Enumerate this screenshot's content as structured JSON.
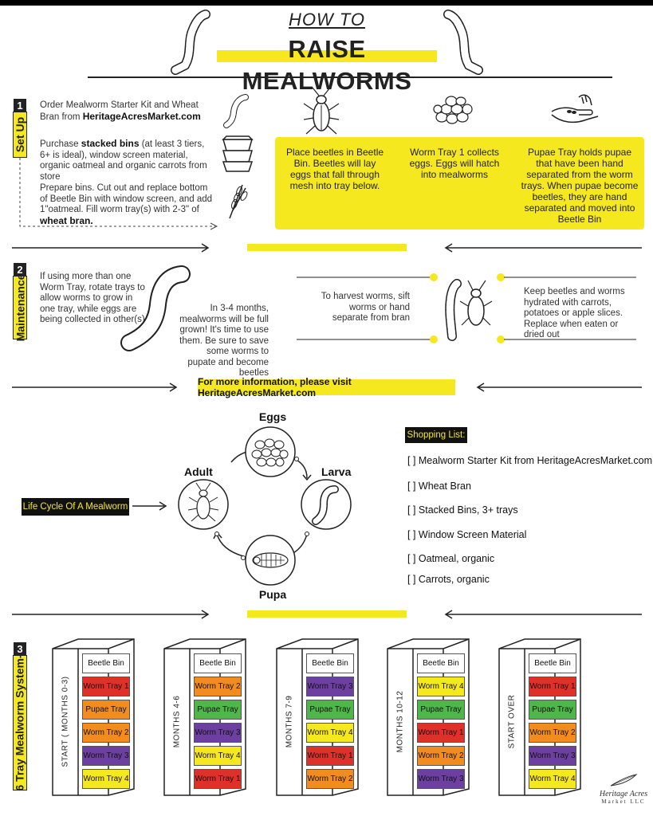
{
  "header": {
    "how_to": "HOW TO",
    "title": "RAISE MEALWORMS"
  },
  "colors": {
    "accent_yellow": "#f5e81e",
    "dark": "#111111",
    "red": "#e0302a",
    "orange": "#f28c1e",
    "green": "#4db848",
    "purple": "#6d3fa0",
    "yellow": "#f5e81e"
  },
  "setup": {
    "number": "1",
    "tab": "Set Up",
    "step1_text": "Order Mealworm Starter Kit and Wheat Bran from",
    "step1_bold": "HeritageAcresMarket.com",
    "step2_pre": "Purchase",
    "step2_bold": "stacked bins",
    "step2_post": "(at least 3 tiers, 6+ is ideal), window screen material, organic oatmeal and organic carrots from store",
    "step3_text": "Prepare bins. Cut out and replace bottom of Beetle Bin with window screen, and add 1\"oatmeal. Fill worm tray(s) with 2-3\" of",
    "step3_bold": "wheat bran.",
    "col1": "Place beetles in Beetle Bin. Beetles will lay eggs that fall through mesh into tray below.",
    "col2": "Worm Tray 1 collects eggs. Eggs will hatch into mealworms",
    "col3": "Pupae Tray holds pupae that have been hand separated from the worm trays. When pupae become beetles, they are hand separated and moved into Beetle Bin"
  },
  "maintenance": {
    "number": "2",
    "tab": "Maintenance",
    "rotate": "If using more than one Worm Tray, rotate trays to allow worms to grow in one tray, while eggs are being collected in other(s).",
    "months": "In 3-4 months, mealworms will be full grown! It's time to use them. Be sure to save some worms to pupate and become beetles",
    "harvest": "To harvest worms, sift worms or hand separate from bran",
    "hydrate": "Keep beetles and worms hydrated with carrots, potatoes or apple slices. Replace when eaten or dried out"
  },
  "info_banner": "For more information, please visit HeritageAcresMarket.com",
  "lifecycle": {
    "label": "Life Cycle Of A Mealworm",
    "eggs": "Eggs",
    "larva": "Larva",
    "pupa": "Pupa",
    "adult": "Adult"
  },
  "shopping": {
    "title": "Shopping List:",
    "items": [
      "[ ] Mealworm Starter Kit from HeritageAcresMarket.com",
      "[ ] Wheat Bran",
      "[ ] Stacked Bins, 3+ trays",
      "[ ] Window Screen Material",
      "[ ] Oatmeal, organic",
      "[ ] Carrots, organic"
    ]
  },
  "system": {
    "number": "3",
    "tab": "6 Tray Mealworm System-",
    "towers": [
      {
        "label": "START ( MONTHS 0-3)",
        "cells": [
          {
            "text": "Beetle Bin",
            "color": "#ffffff"
          },
          {
            "text": "Worm Tray 1",
            "color": "#e0302a"
          },
          {
            "text": "Pupae Tray",
            "color": "#f28c1e"
          },
          {
            "text": "Worm Tray 2",
            "color": "#f28c1e"
          },
          {
            "text": "Worm Tray 3",
            "color": "#6d3fa0"
          },
          {
            "text": "Worm Tray 4",
            "color": "#f5e81e"
          }
        ]
      },
      {
        "label": "MONTHS 4-6",
        "cells": [
          {
            "text": "Beetle Bin",
            "color": "#ffffff"
          },
          {
            "text": "Worm Tray 2",
            "color": "#f28c1e"
          },
          {
            "text": "Pupae Tray",
            "color": "#4db848"
          },
          {
            "text": "Worm Tray 3",
            "color": "#6d3fa0"
          },
          {
            "text": "Worm Tray 4",
            "color": "#f5e81e"
          },
          {
            "text": "Worm Tray 1",
            "color": "#e0302a"
          }
        ]
      },
      {
        "label": "MONTHS 7-9",
        "cells": [
          {
            "text": "Beetle Bin",
            "color": "#ffffff"
          },
          {
            "text": "Worm Tray 3",
            "color": "#6d3fa0"
          },
          {
            "text": "Pupae Tray",
            "color": "#4db848"
          },
          {
            "text": "Worm Tray 4",
            "color": "#f5e81e"
          },
          {
            "text": "Worm Tray 1",
            "color": "#e0302a"
          },
          {
            "text": "Worm Tray 2",
            "color": "#f28c1e"
          }
        ]
      },
      {
        "label": "MONTHS 10-12",
        "cells": [
          {
            "text": "Beetle Bin",
            "color": "#ffffff"
          },
          {
            "text": "Worm Tray 4",
            "color": "#f5e81e"
          },
          {
            "text": "Pupae Tray",
            "color": "#4db848"
          },
          {
            "text": "Worm Tray 1",
            "color": "#e0302a"
          },
          {
            "text": "Worm Tray 2",
            "color": "#f28c1e"
          },
          {
            "text": "Worm Tray 3",
            "color": "#6d3fa0"
          }
        ]
      },
      {
        "label": "START OVER",
        "cells": [
          {
            "text": "Beetle Bin",
            "color": "#ffffff"
          },
          {
            "text": "Worm Tray 1",
            "color": "#e0302a"
          },
          {
            "text": "Pupae Tray",
            "color": "#4db848"
          },
          {
            "text": "Worm Tray 2",
            "color": "#f28c1e"
          },
          {
            "text": "Worm Tray 3",
            "color": "#6d3fa0"
          },
          {
            "text": "Worm Tray 4",
            "color": "#f5e81e"
          }
        ]
      }
    ]
  },
  "logo": {
    "name": "Heritage Acres",
    "sub": "Market LLC"
  }
}
